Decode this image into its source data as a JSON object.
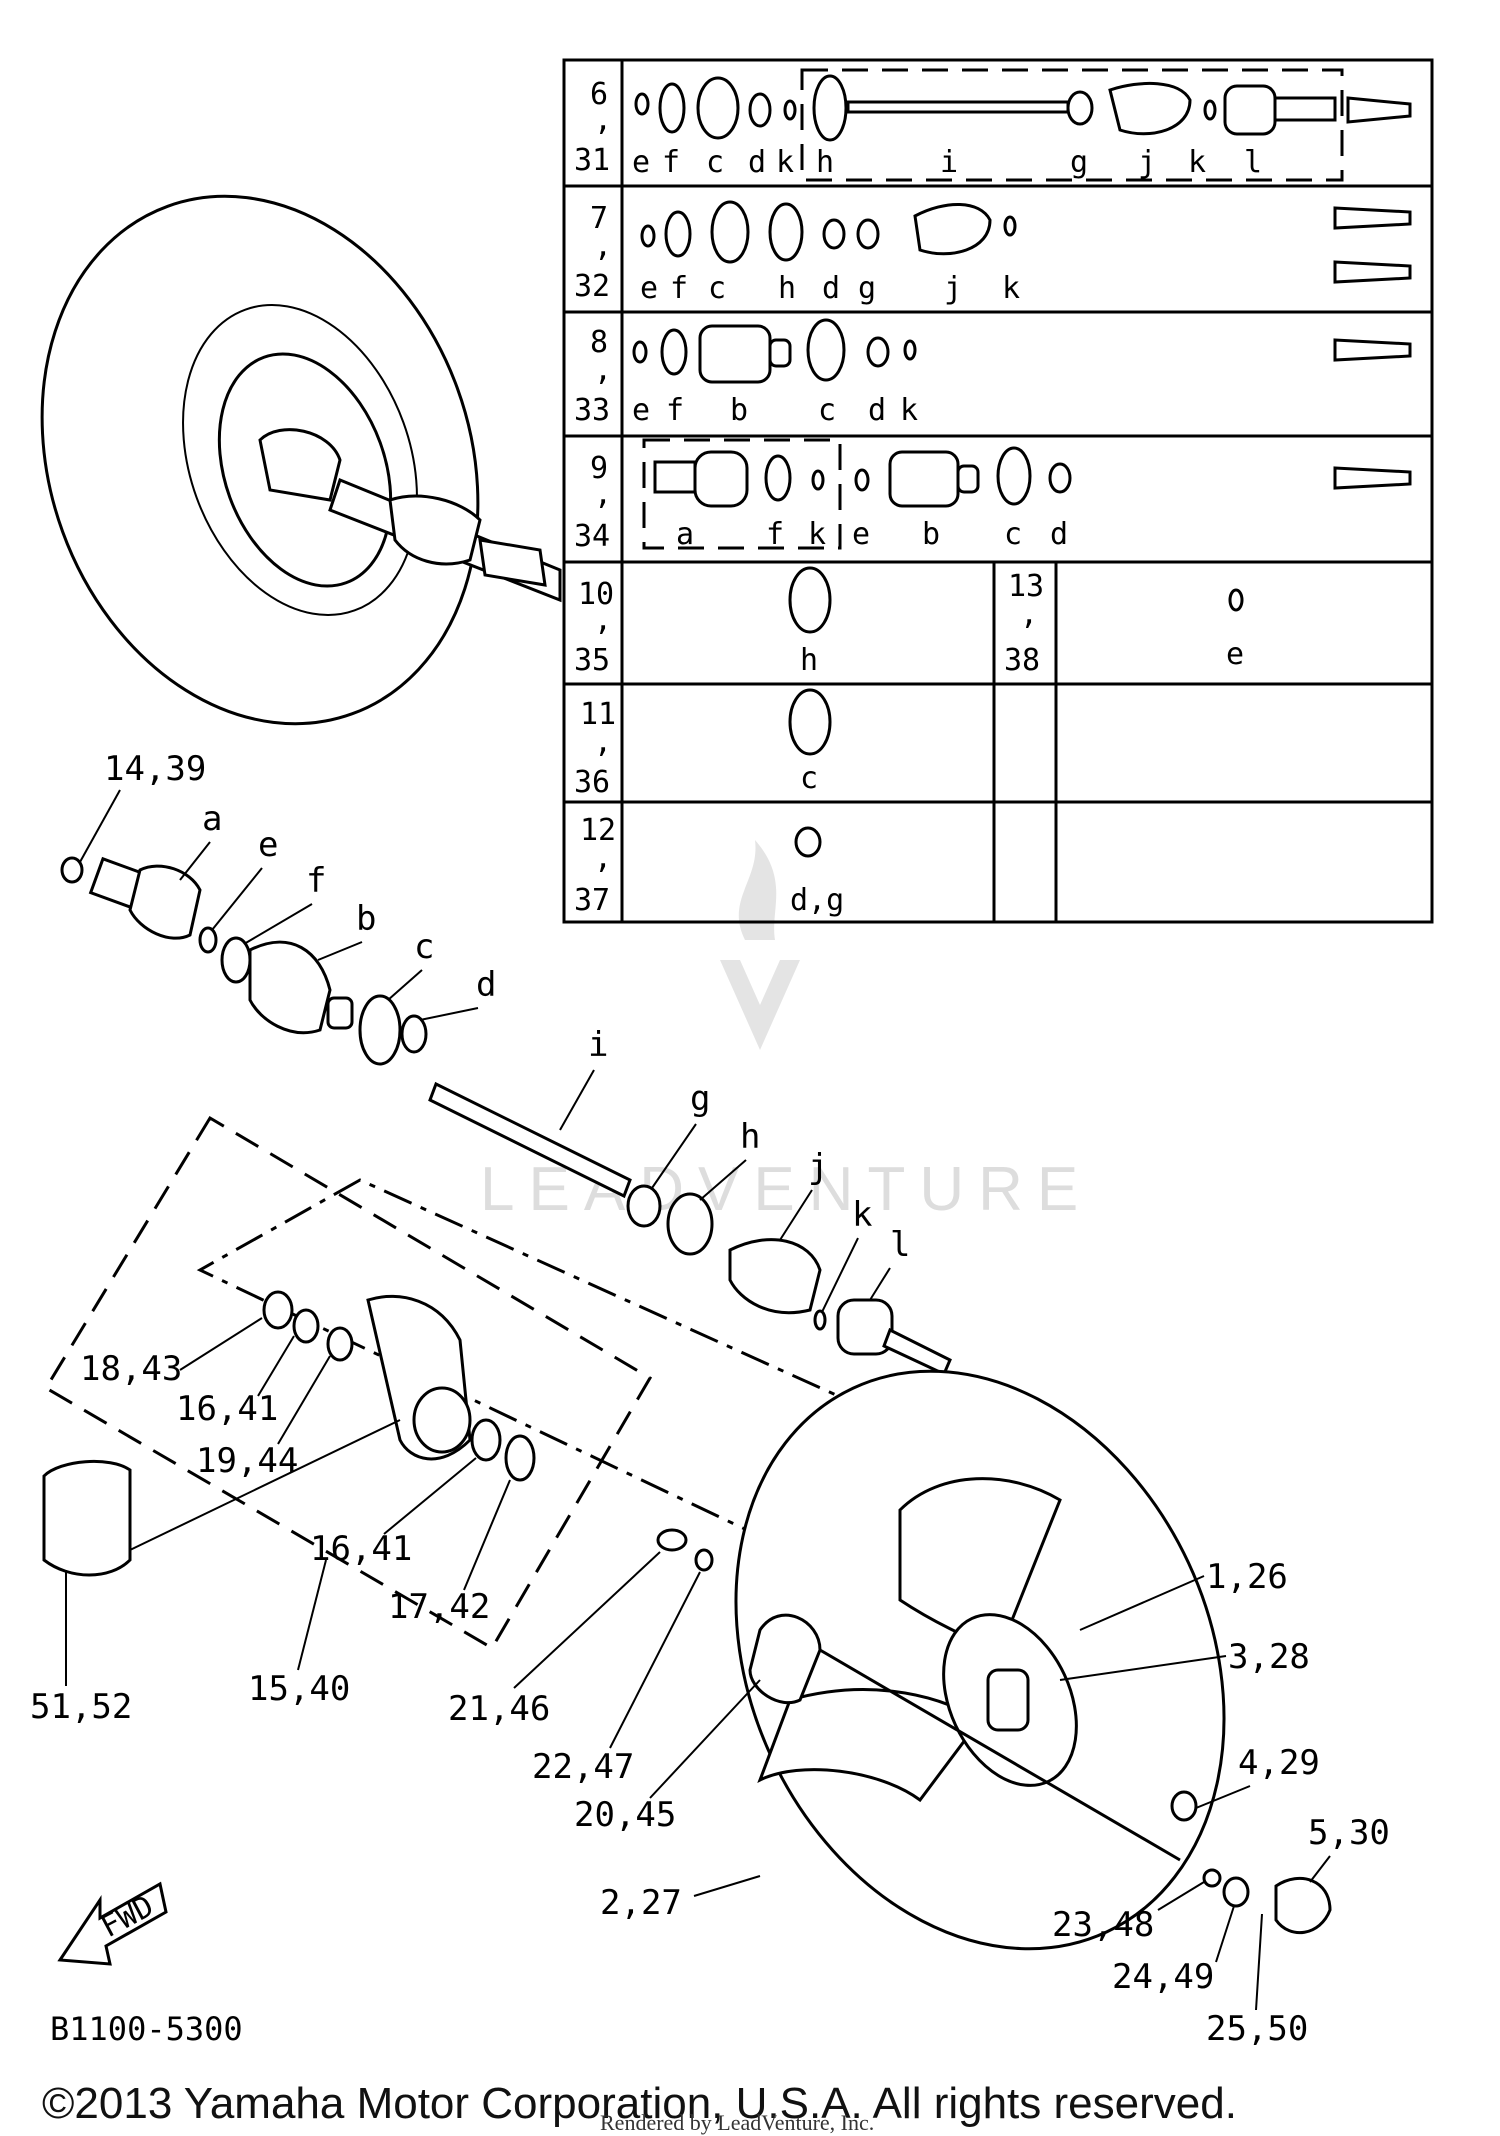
{
  "diagram": {
    "drawing_code": "B1100-5300",
    "copyright": "©2013 Yamaha Motor Corporation, U.S.A. All rights reserved.",
    "rendered_by": "Rendered by LeadVenture, Inc.",
    "watermark": "LEADVENTURE",
    "fwd_label": "FWD",
    "table": {
      "rows": [
        {
          "key": [
            "6",
            ",",
            "31"
          ],
          "letters": [
            "e",
            "f",
            "c",
            "d",
            "k",
            "h",
            "i",
            "g",
            "j",
            "k",
            "l"
          ]
        },
        {
          "key": [
            "7",
            ",",
            "32"
          ],
          "letters": [
            "e",
            "f",
            "c",
            "h",
            "d",
            "g",
            "j",
            "k"
          ]
        },
        {
          "key": [
            "8",
            ",",
            "33"
          ],
          "letters": [
            "e",
            "f",
            "b",
            "c",
            "d",
            "k"
          ]
        },
        {
          "key": [
            "9",
            ",",
            "34"
          ],
          "letters": [
            "a",
            "f",
            "k",
            "e",
            "b",
            "c",
            "d"
          ]
        },
        {
          "key": [
            "10",
            ",",
            "35"
          ],
          "letters": [
            "h"
          ],
          "key2": [
            "13",
            ",",
            "38"
          ],
          "letters2": [
            "e"
          ]
        },
        {
          "key": [
            "11",
            ",",
            "36"
          ],
          "letters": [
            "c"
          ]
        },
        {
          "key": [
            "12",
            ",",
            "37"
          ],
          "letters": [
            "d,g"
          ]
        }
      ]
    },
    "callouts": {
      "c14_39": "14,39",
      "a": "a",
      "e": "e",
      "f": "f",
      "b": "b",
      "c": "c",
      "d": "d",
      "i": "i",
      "g": "g",
      "h": "h",
      "j": "j",
      "k": "k",
      "l": "l",
      "c18_43": "18,43",
      "c16_41a": "16,41",
      "c19_44": "19,44",
      "c16_41b": "16,41",
      "c17_42": "17,42",
      "c15_40": "15,40",
      "c51_52": "51,52",
      "c21_46": "21,46",
      "c22_47": "22,47",
      "c20_45": "20,45",
      "c1_26": "1,26",
      "c3_28": "3,28",
      "c4_29": "4,29",
      "c5_30": "5,30",
      "c2_27": "2,27",
      "c23_48": "23,48",
      "c24_49": "24,49",
      "c25_50": "25,50"
    }
  }
}
